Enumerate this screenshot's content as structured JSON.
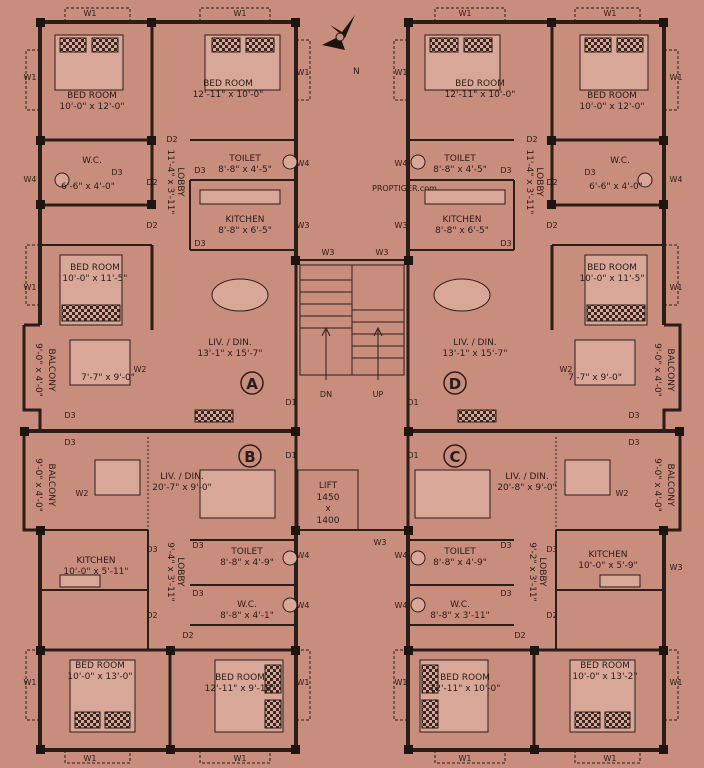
{
  "compass": {
    "north": "N"
  },
  "watermark": "PROPTIGER.com",
  "rooms": {
    "a_bed1": {
      "name": "BED ROOM",
      "size": "10'-0\" x 12'-0\""
    },
    "a_bed2": {
      "name": "BED ROOM",
      "size": "12'-11\" x 10'-0\""
    },
    "a_wc": {
      "name": "W.C.",
      "size": "6'-6\" x 4'-0\""
    },
    "a_toilet": {
      "name": "TOILET",
      "size": "8'-8\" x 4'-5\""
    },
    "a_kitchen": {
      "name": "KITCHEN",
      "size": "8'-8\" x 6'-5\""
    },
    "a_lobby": {
      "name": "LOBBY",
      "size": "11'-4\" x 3'-11\""
    },
    "a_bed3": {
      "name": "BED ROOM",
      "size": "10'-0\" x 11'-5\""
    },
    "a_liv": {
      "name": "LIV. / DIN.",
      "size": "13'-1\" x 15'-7\""
    },
    "a_balcony": {
      "name": "BALCONY",
      "size": "9'-0\" x 4'-0\""
    },
    "a_bath": {
      "size": "7'-7\" x 9'-0\""
    },
    "d_bed1": {
      "name": "BED ROOM",
      "size": "12'-11\" x 10'-0\""
    },
    "d_bed2": {
      "name": "BED ROOM",
      "size": "10'-0\" x 12'-0\""
    },
    "d_toilet": {
      "name": "TOILET",
      "size": "8'-8\" x 4'-5\""
    },
    "d_wc": {
      "name": "W.C.",
      "size": "6'-6\" x 4'-0\""
    },
    "d_kitchen": {
      "name": "KITCHEN",
      "size": "8'-8\" x 6'-5\""
    },
    "d_lobby": {
      "name": "LOBBY",
      "size": "11'-4\" x 3'-11\""
    },
    "d_bed3": {
      "name": "BED ROOM",
      "size": "10'-0\" x 11'-5\""
    },
    "d_liv": {
      "name": "LIV. / DIN.",
      "size": "13'-1\" x 15'-7\""
    },
    "d_balcony": {
      "name": "BALCONY",
      "size": "9'-0\" x 4'-0\""
    },
    "d_bath": {
      "size": "7'-7\" x 9'-0\""
    },
    "b_balcony": {
      "name": "BALCONY",
      "size": "9'-0\" x 4'-0\""
    },
    "b_liv": {
      "name": "LIV. / DIN.",
      "size": "20'-7\" x 9'-0\""
    },
    "b_kitchen": {
      "name": "KITCHEN",
      "size": "10'-0\" x 5'-11\""
    },
    "b_lobby": {
      "name": "LOBBY",
      "size": "9'-4\" x 3'-11\""
    },
    "b_toilet": {
      "name": "TOILET",
      "size": "8'-8\" x 4'-9\""
    },
    "b_wc": {
      "name": "W.C.",
      "size": "8'-8\" x 4'-1\""
    },
    "b_bed1": {
      "name": "BED ROOM",
      "size": "10'-0\" x 13'-0\""
    },
    "b_bed2": {
      "name": "BED ROOM",
      "size": "12'-11\" x 9'-10\""
    },
    "c_liv": {
      "name": "LIV. / DIN.",
      "size": "20'-8\" x 9'-0\""
    },
    "c_balcony": {
      "name": "BALCONY",
      "size": "9'-0\" x 4'-0\""
    },
    "c_kitchen": {
      "name": "KITCHEN",
      "size": "10'-0\" x 5'-9\""
    },
    "c_lobby": {
      "name": "LOBBY",
      "size": "9'-2\" x 3'-11\""
    },
    "c_toilet": {
      "name": "TOILET",
      "size": "8'-8\" x 4'-9\""
    },
    "c_wc": {
      "name": "W.C.",
      "size": "8'-8\" x 3'-11\""
    },
    "c_bed1": {
      "name": "BED ROOM",
      "size": "12'-11\" x 10'-0\""
    },
    "c_bed2": {
      "name": "BED ROOM",
      "size": "10'-0\" x 13'-2\""
    },
    "lift": {
      "name": "LIFT",
      "w": "1450",
      "x": "x",
      "h": "1400"
    }
  },
  "units": {
    "a": "A",
    "b": "B",
    "c": "C",
    "d": "D"
  },
  "stairs": {
    "down": "DN",
    "up": "UP"
  },
  "tags": {
    "w1": "W1",
    "w2": "W2",
    "w3": "W3",
    "w4": "W4",
    "d1": "D1",
    "d2": "D2",
    "d3": "D3"
  }
}
